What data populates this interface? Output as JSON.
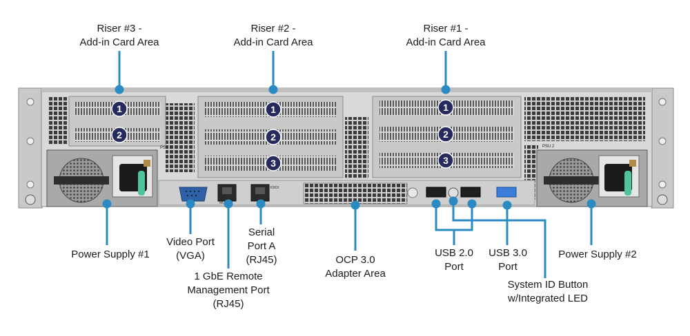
{
  "riser_labels": {
    "riser3": [
      "Riser #3 -",
      "Add-in Card Area"
    ],
    "riser2": [
      "Riser #2 -",
      "Add-in Card Area"
    ],
    "riser1": [
      "Riser #1 -",
      "Add-in Card Area"
    ]
  },
  "slot_numbers": {
    "riser3": [
      "1",
      "2"
    ],
    "riser2": [
      "1",
      "2",
      "3"
    ],
    "riser1": [
      "1",
      "2",
      "3"
    ]
  },
  "port_labels": {
    "psu1": [
      "Power Supply #1"
    ],
    "video": [
      "Video Port",
      "(VGA)"
    ],
    "mgmt": [
      "1 GbE Remote",
      "Management Port",
      "(RJ45)"
    ],
    "serial": [
      "Serial",
      "Port A",
      "(RJ45)"
    ],
    "ocp": [
      "OCP 3.0",
      "Adapter Area"
    ],
    "usb2": [
      "USB 2.0",
      "Port"
    ],
    "usb3": [
      "USB 3.0",
      "Port"
    ],
    "sysid": [
      "System ID Button",
      "w/Integrated LED"
    ],
    "psu2": [
      "Power Supply #2"
    ]
  },
  "silkscreen": {
    "psu1": "PSU 1",
    "psu2": "PSU 2",
    "mgmt_mark": "MGMT",
    "serial_mark": "IOIOI"
  },
  "colors": {
    "callout_line": "#2b8ac2",
    "slot_badge": "#262a5c",
    "chassis_light": "#d4d4d4",
    "chassis_mid": "#bdbdbd",
    "chassis_dark": "#4a4a4a",
    "latch_green": "#4fc39a",
    "vga_blue": "#2f61a6",
    "usb3_blue": "#3b7dd8"
  }
}
